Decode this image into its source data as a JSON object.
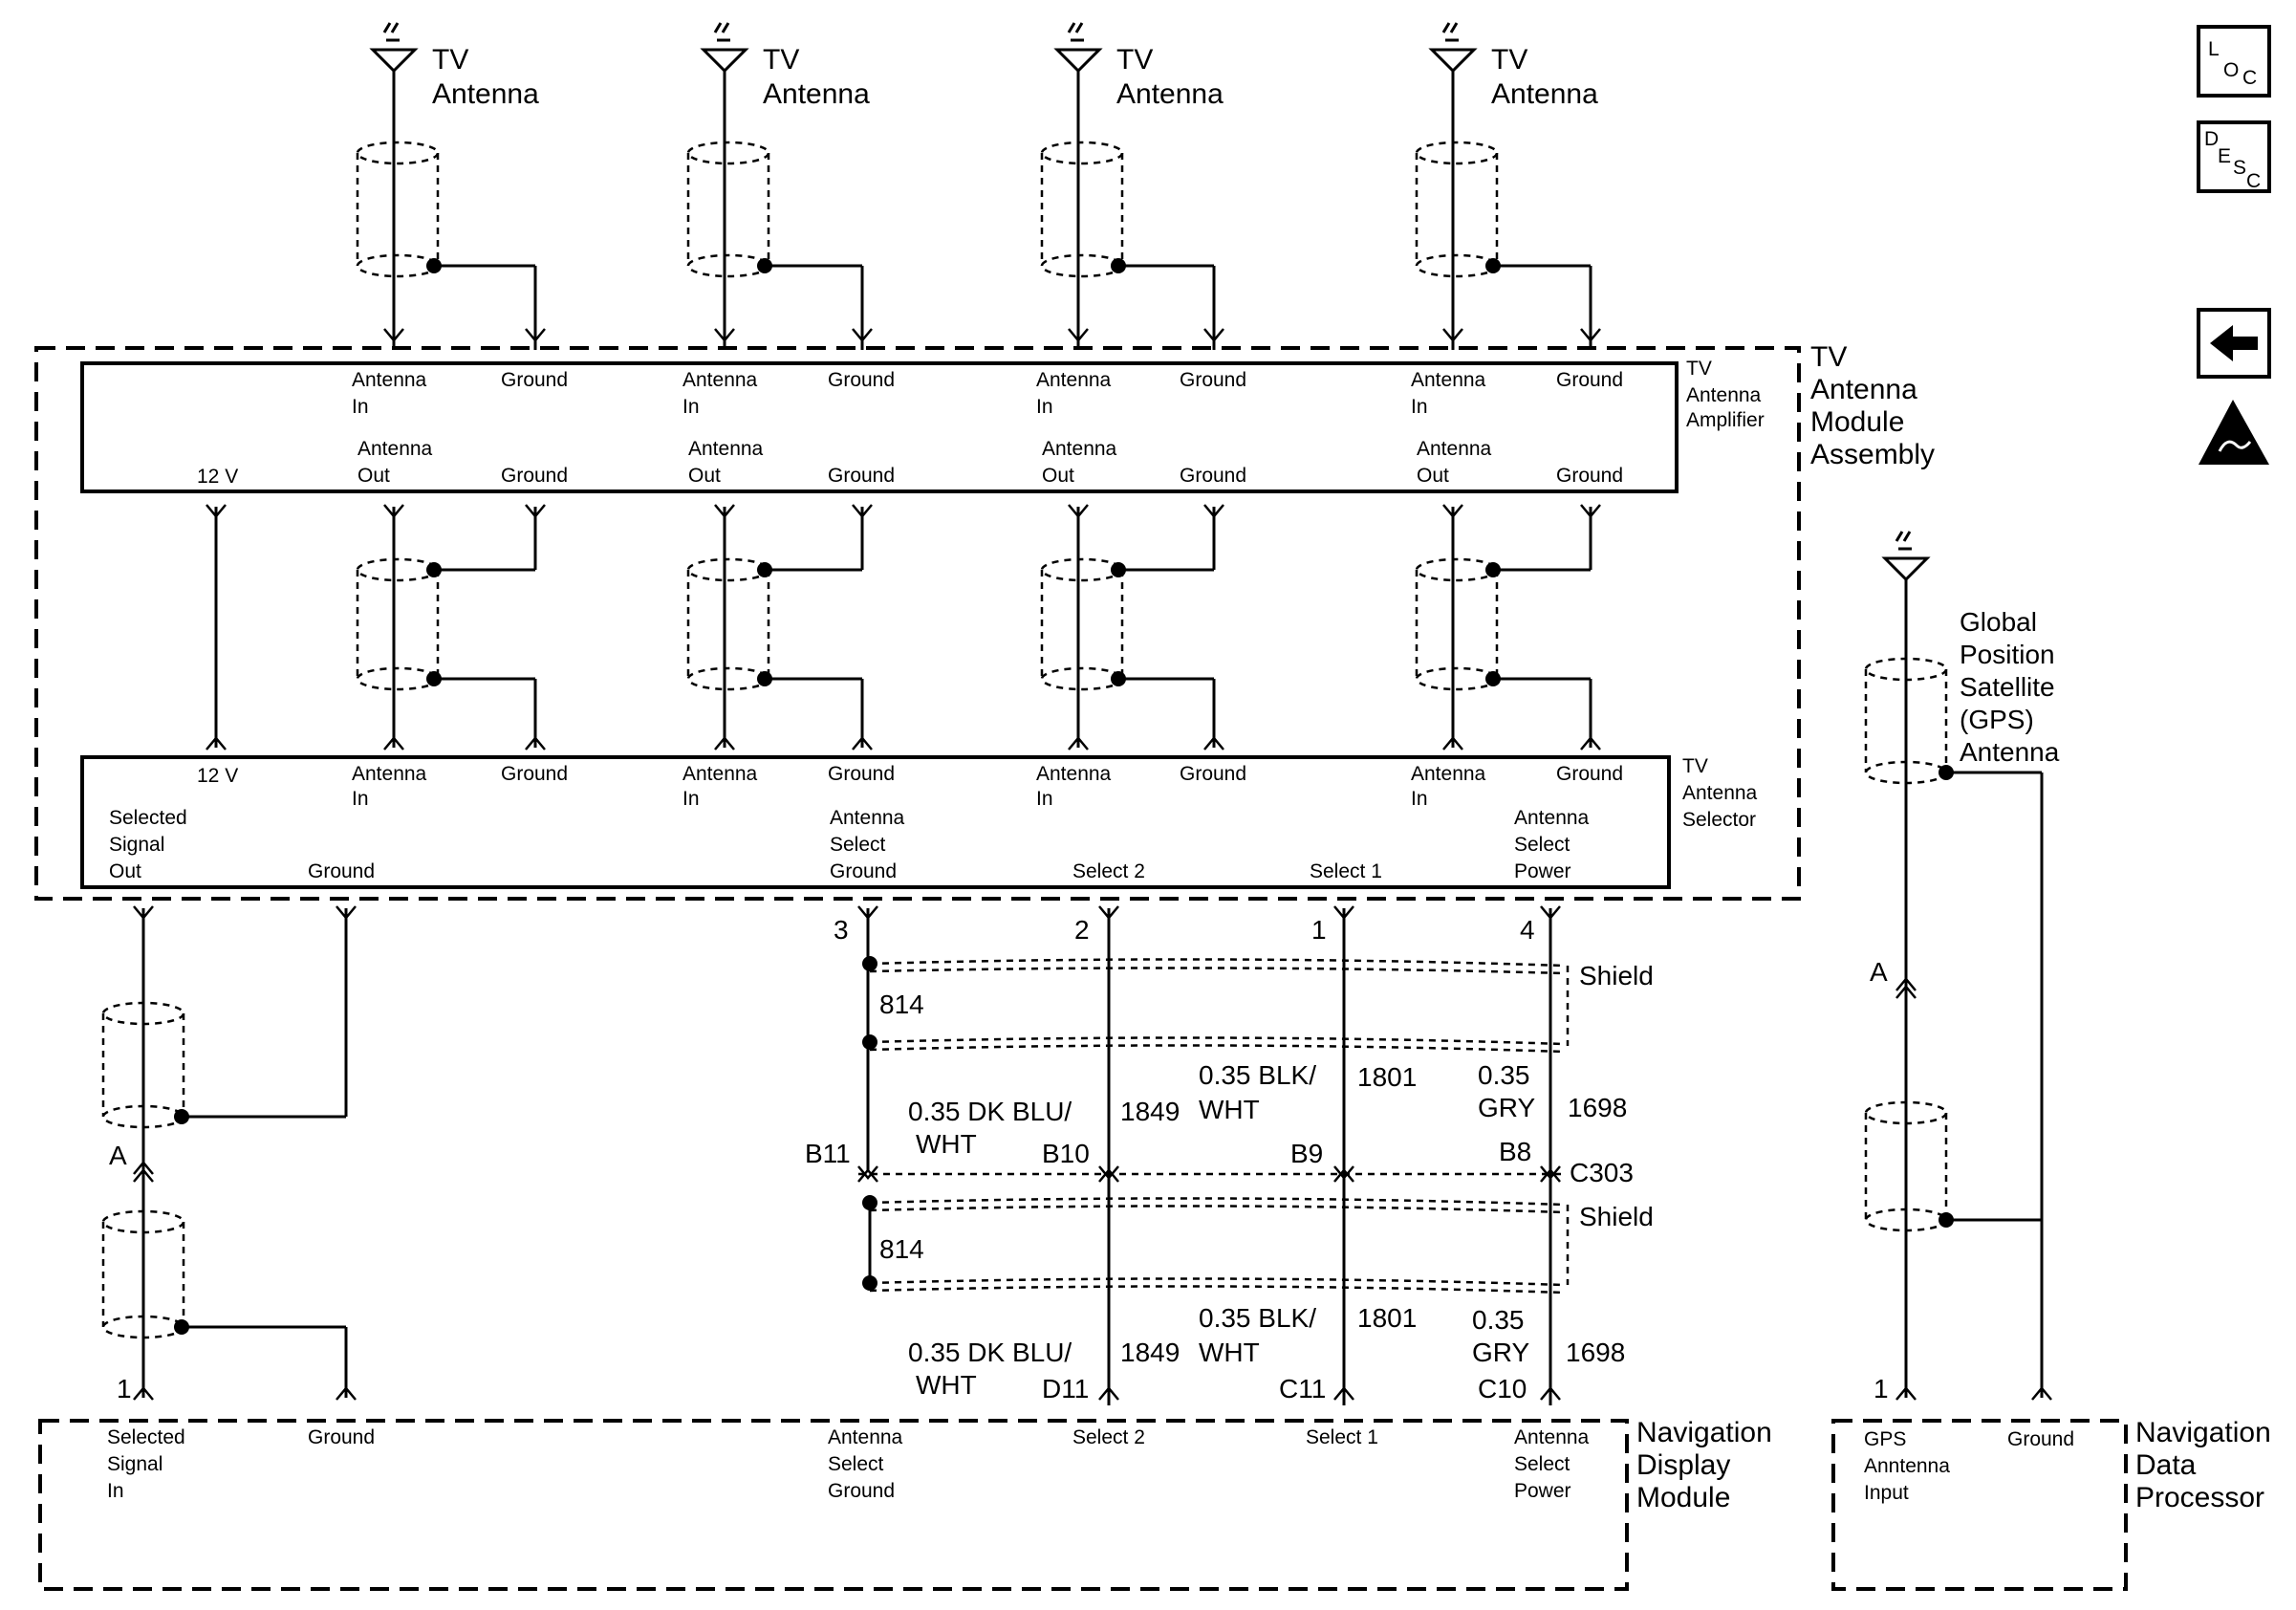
{
  "antenna": {
    "title_line1": "TV",
    "title_line2": "Antenna"
  },
  "gps_antenna": {
    "line1": "Global",
    "line2": "Position",
    "line3": "Satellite",
    "line4": "(GPS)",
    "line5": "Antenna"
  },
  "module_assembly": {
    "line1": "TV",
    "line2": "Antenna",
    "line3": "Module",
    "line4": "Assembly"
  },
  "amplifier": {
    "title_line1": "TV",
    "title_line2": "Antenna",
    "title_line3": "Amplifier",
    "antenna_in_1": "Antenna",
    "antenna_in_2": "In",
    "antenna_out_1": "Antenna",
    "antenna_out_2": "Out",
    "ground": "Ground",
    "v12": "12 V"
  },
  "selector": {
    "title_line1": "TV",
    "title_line2": "Antenna",
    "title_line3": "Selector",
    "v12": "12 V",
    "antenna_in_1": "Antenna",
    "antenna_in_2": "In",
    "ground": "Ground",
    "selected_out_1": "Selected",
    "selected_out_2": "Signal",
    "selected_out_3": "Out",
    "select_ground_1": "Antenna",
    "select_ground_2": "Select",
    "select_ground_3": "Ground",
    "select2": "Select 2",
    "select1": "Select 1",
    "select_power_1": "Antenna",
    "select_power_2": "Select",
    "select_power_3": "Power"
  },
  "pins": {
    "p3": "3",
    "p2": "2",
    "p1": "1",
    "p4": "4",
    "left1": "1",
    "gps1": "1",
    "A": "A"
  },
  "shield": "Shield",
  "circuit_814": "814",
  "wires": {
    "dkblu_1": "0.35 DK BLU/",
    "dkblu_2": "WHT",
    "c1849": "1849",
    "blk_1": "0.35 BLK/",
    "blk_2": "WHT",
    "c1801": "1801",
    "gry_1": "0.35",
    "gry_2": "GRY",
    "c1698": "1698"
  },
  "connector_c303": {
    "name": "C303",
    "b11": "B11",
    "b10": "B10",
    "b9": "B9",
    "b8": "B8"
  },
  "connector_bottom": {
    "d11": "D11",
    "c11": "C11",
    "c10": "C10"
  },
  "display_module": {
    "title_line1": "Navigation",
    "title_line2": "Display",
    "title_line3": "Module",
    "sel_in_1": "Selected",
    "sel_in_2": "Signal",
    "sel_in_3": "In",
    "ground": "Ground",
    "asg_1": "Antenna",
    "asg_2": "Select",
    "asg_3": "Ground",
    "select2": "Select 2",
    "select1": "Select 1",
    "asp_1": "Antenna",
    "asp_2": "Select",
    "asp_3": "Power"
  },
  "data_processor": {
    "title_line1": "Navigation",
    "title_line2": "Data",
    "title_line3": "Processor",
    "gps_1": "GPS",
    "gps_2": "Anntenna",
    "gps_3": "Input",
    "ground": "Ground"
  },
  "icons": {
    "loc_L": "L",
    "loc_OC": "O",
    "loc_C": "C",
    "desc_D": "D",
    "desc_E": "E",
    "desc_S": "S",
    "desc_C": "C"
  }
}
